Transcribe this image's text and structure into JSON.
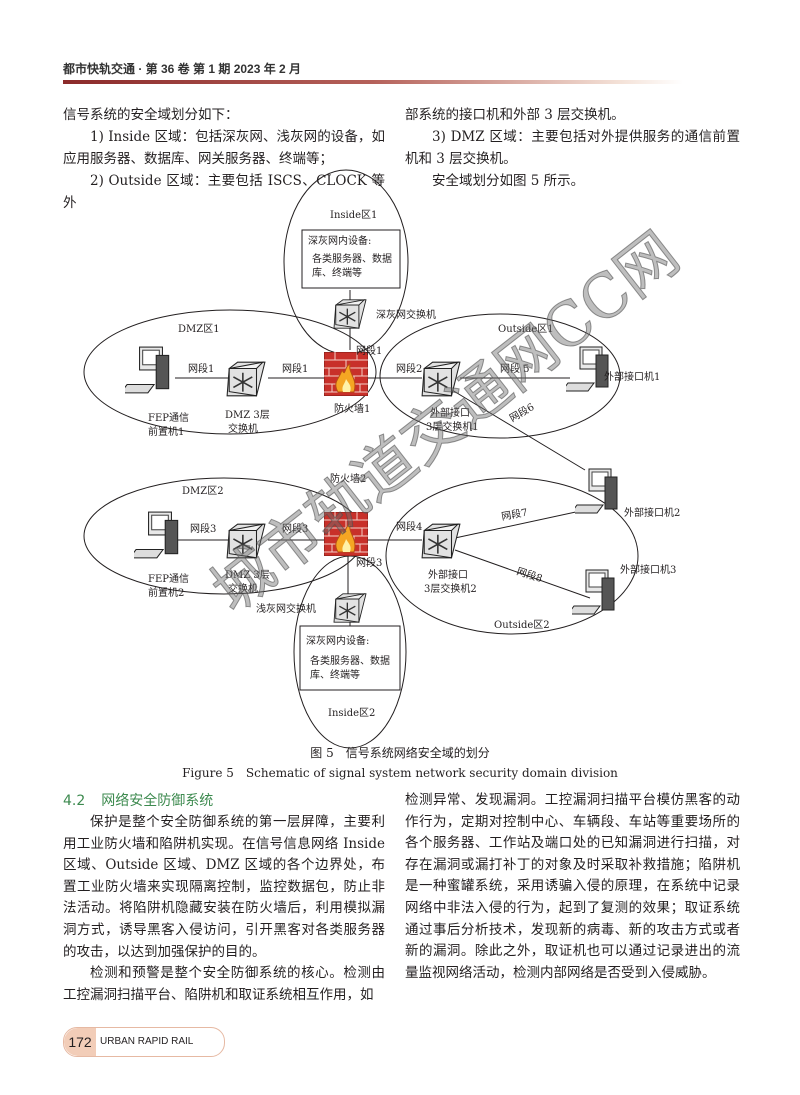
{
  "header": {
    "journal_issue": "都市快轨交通 · 第 36 卷 第 1 期 2023 年 2 月"
  },
  "intro": {
    "left": [
      "信号系统的安全域划分如下：",
      "1) Inside 区域：包括深灰网、浅灰网的设备，如应用服务器、数据库、网关服务器、终端等；",
      "2) Outside 区域：主要包括 ISCS、CLOCK 等外"
    ],
    "right": [
      "部系统的接口机和外部 3 层交换机。",
      "3) DMZ 区域：主要包括对外提供服务的通信前置机和 3 层交换机。",
      "安全域划分如图 5 所示。"
    ]
  },
  "figure": {
    "zones": {
      "inside1": "Inside区1",
      "inside2": "Inside区2",
      "dmz1": "DMZ区1",
      "dmz2": "DMZ区2",
      "outside1": "Outside区1",
      "outside2": "Outside区2"
    },
    "deep_box": [
      "深灰网内设备:",
      "各类服务器、数据",
      "库、终端等"
    ],
    "deep_switch": "深灰网交换机",
    "light_switch": "浅灰网交换机",
    "firewall1": "防火墙1",
    "firewall2": "防火墙2",
    "fep1": [
      "FEP通信",
      "前置机1"
    ],
    "fep2": [
      "FEP通信",
      "前置机2"
    ],
    "dmz_switch": [
      "DMZ 3层",
      "交换机"
    ],
    "ext_switch1": [
      "外部接口",
      "3层交换机1"
    ],
    "ext_switch2": [
      "外部接口",
      "3层交换机2"
    ],
    "ext_host1": "外部接口机1",
    "ext_host2": "外部接口机2",
    "ext_host3": "外部接口机3",
    "segments": {
      "s1": "网段1",
      "s2": "网段2",
      "s3": "网段3",
      "s4": "网段4",
      "s5": "网段 5",
      "s6": "网段6",
      "s7": "网段7",
      "s8": "网段8"
    },
    "caption_cn": "图 5　信号系统网络安全域的划分",
    "caption_en": "Figure 5　Schematic of signal system network security domain division"
  },
  "watermark": "城市轨道交通网CC网",
  "section": {
    "number": "4.2",
    "title": "网络安全防御系统"
  },
  "body": {
    "left": [
      "保护是整个安全防御系统的第一层屏障，主要利用工业防火墙和陷阱机实现。在信号信息网络 Inside 区域、Outside 区域、DMZ 区域的各个边界处，布置工业防火墙来实现隔离控制，监控数据包，防止非法活动。将陷阱机隐藏安装在防火墙后，利用模拟漏洞方式，诱导黑客入侵访问，引开黑客对各类服务器的攻击，以达到加强保护的目的。",
      "检测和预警是整个安全防御系统的核心。检测由工控漏洞扫描平台、陷阱机和取证系统相互作用，如"
    ],
    "right": [
      "检测异常、发现漏洞。工控漏洞扫描平台模仿黑客的动作行为，定期对控制中心、车辆段、车站等重要场所的各个服务器、工作站及端口处的已知漏洞进行扫描，对存在漏洞或漏打补丁的对象及时采取补救措施；陷阱机是一种蜜罐系统，采用诱骗入侵的原理，在系统中记录网络中非法入侵的行为，起到了复测的效果；取证系统通过事后分析技术，发现新的病毒、新的攻击方式或者新的漏洞。除此之外，取证机也可以通过记录进出的流量监视网络活动，检测内部网络是否受到入侵威胁。"
    ]
  },
  "footer": {
    "page": "172",
    "journal_en": "URBAN RAPID RAIL TRANSIT"
  },
  "colors": {
    "accent": "#3d8a4f",
    "firewall": "#c8302a",
    "header_rule": "#8b2a2a"
  }
}
